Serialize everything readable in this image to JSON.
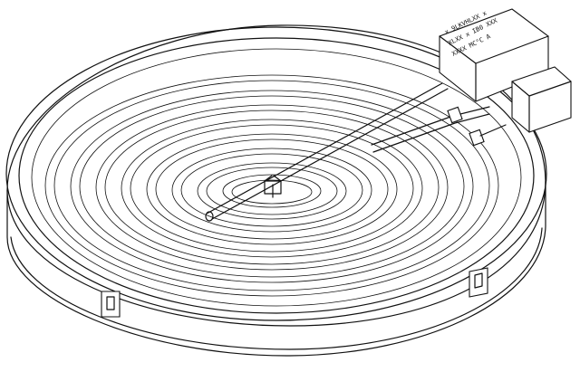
{
  "label": {
    "line1": "x   9LKVHLXX   x",
    "line2": "XLXX    x IB0  XXX",
    "line3": "XXXX   MC°C   A"
  },
  "colors": {
    "ink": "#111111",
    "background": "#ffffff"
  }
}
